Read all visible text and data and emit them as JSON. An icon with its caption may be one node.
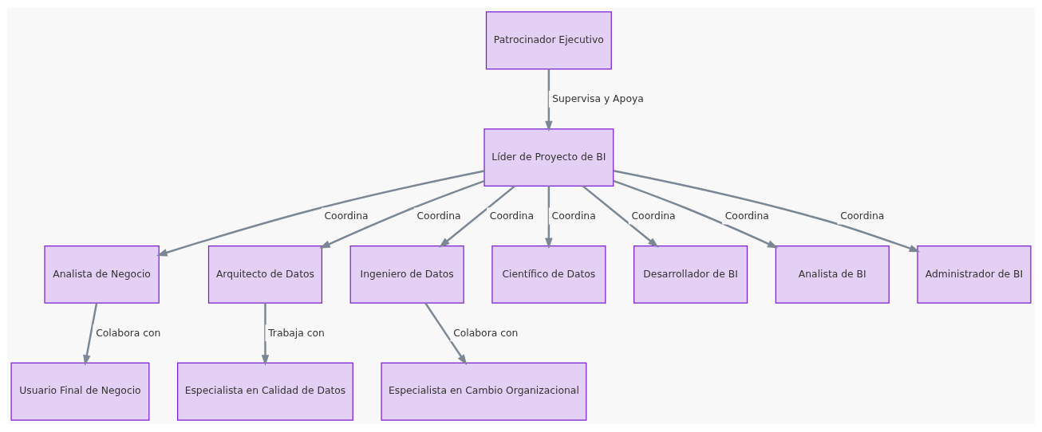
{
  "diagram": {
    "nodes": [
      {
        "text": [
          "Patrocinador Ejecutivo"
        ]
      },
      {
        "text": [
          "Líder de Proyecto de BI"
        ]
      },
      {
        "text": [
          "Analista de Negocio"
        ]
      },
      {
        "text": [
          "Arquitecto de Datos"
        ]
      },
      {
        "text": [
          "Ingeniero de Datos"
        ]
      },
      {
        "text": [
          "Científico de Datos"
        ]
      },
      {
        "text": [
          "Desarrollador de BI"
        ]
      },
      {
        "text": [
          "Analista de BI"
        ]
      },
      {
        "text": [
          "Administrador de BI"
        ]
      },
      {
        "text": [
          "Usuario Final de Negocio"
        ]
      },
      {
        "text": [
          "Especialista en Calidad de Datos"
        ]
      },
      {
        "text": [
          "Especialista en Cambio Organizacional"
        ]
      }
    ],
    "edges": [
      {
        "from": 0,
        "to": 1,
        "arrow": "to",
        "label": "Supervisa y Apoya"
      },
      {
        "from": 1,
        "to": 2,
        "arrow": "to",
        "label": "Coordina"
      },
      {
        "from": 1,
        "to": 3,
        "arrow": "to",
        "label": "Coordina"
      },
      {
        "from": 1,
        "to": 4,
        "arrow": "to",
        "label": "Coordina"
      },
      {
        "from": 1,
        "to": 5,
        "arrow": "to",
        "label": "Coordina"
      },
      {
        "from": 1,
        "to": 6,
        "arrow": "to",
        "label": "Coordina"
      },
      {
        "from": 1,
        "to": 7,
        "arrow": "to",
        "label": "Coordina"
      },
      {
        "from": 1,
        "to": 8,
        "arrow": "to",
        "label": "Coordina"
      },
      {
        "from": 2,
        "to": 9,
        "arrow": "to",
        "label": "Colabora con"
      },
      {
        "from": 3,
        "to": 10,
        "arrow": "to",
        "label": "Trabaja con"
      },
      {
        "from": 4,
        "to": 11,
        "arrow": "to",
        "label": "Colabora con"
      }
    ]
  }
}
